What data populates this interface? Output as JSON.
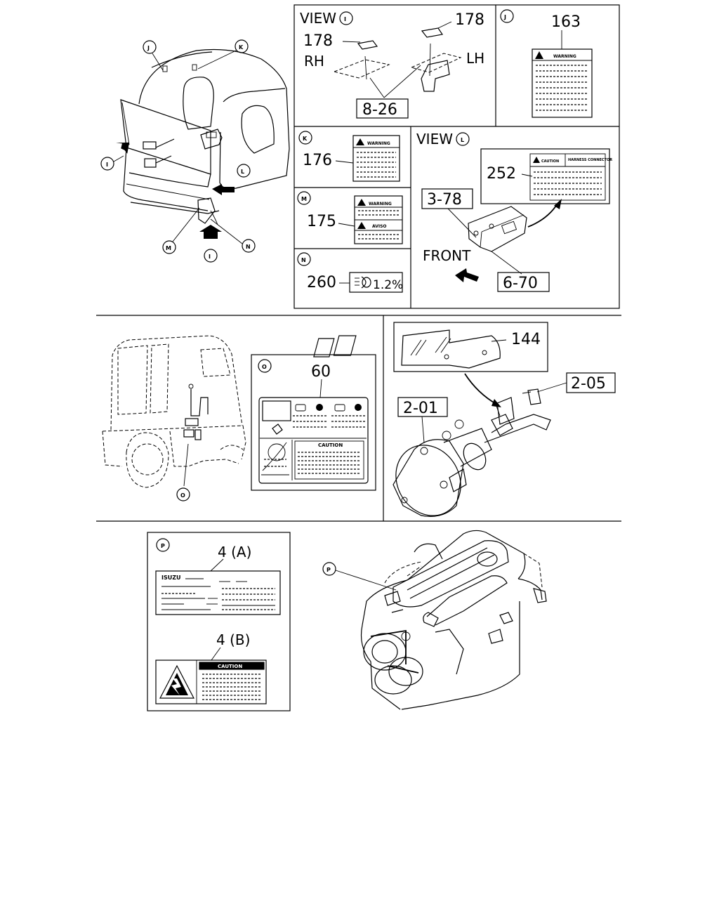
{
  "views": {
    "view_i": {
      "title": "VIEW",
      "letter": "I",
      "rh": "RH",
      "lh": "LH",
      "part_left": "178",
      "part_right": "178",
      "part_ref": "8-26"
    },
    "view_j": {
      "letter": "J",
      "part": "163",
      "label_text": "WARNING"
    },
    "view_k": {
      "letter": "K",
      "part": "176",
      "label_text": "WARNING"
    },
    "view_m": {
      "letter": "M",
      "part": "175",
      "label_text_1": "WARNING",
      "label_text_2": "AVISO"
    },
    "view_n": {
      "letter": "N",
      "part": "260",
      "label_text": "1.2%"
    },
    "view_l": {
      "title": "VIEW",
      "letter": "L",
      "part": "252",
      "ref_1": "3-78",
      "ref_2": "6-70",
      "front": "FRONT",
      "caution": "CAUTION",
      "harness": "HARNESS CONNECTOR"
    },
    "view_o": {
      "letter": "O",
      "part": "60",
      "caution": "CAUTION"
    },
    "cab": {
      "callouts": [
        "J",
        "K",
        "I",
        "L",
        "M",
        "N",
        "I"
      ]
    },
    "side": {
      "callout": "O"
    },
    "booster": {
      "part": "144",
      "ref_1": "2-05",
      "ref_2": "2-01"
    },
    "view_p": {
      "letter": "P",
      "part_a": "4 (A)",
      "part_b": "4 (B)",
      "brand": "ISUZU",
      "caution": "CAUTION"
    },
    "engine": {
      "callout": "P"
    }
  },
  "colors": {
    "line": "#000000",
    "background": "#ffffff"
  }
}
